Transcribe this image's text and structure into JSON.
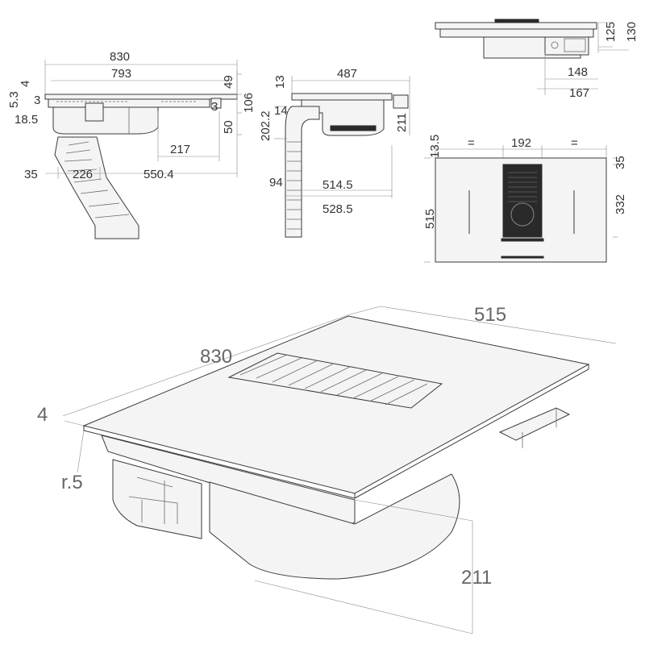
{
  "side_view": {
    "overall_width": "830",
    "glass_width": "793",
    "top_height": "4",
    "top_offset": "5.3",
    "glass_thickness": "3",
    "lower_offset": "18.5",
    "height_49": "49",
    "height_106": "106",
    "frame_3": "3",
    "height_50": "50",
    "depth_217": "217",
    "duct_35": "35",
    "duct_226": "226",
    "duct_550": "550.4"
  },
  "front_view": {
    "width": "487",
    "top_13": "13",
    "left_14": "14",
    "height_202": "202.2",
    "height_211": "211",
    "duct_94": "94",
    "width_514": "514.5",
    "width_528": "528.5"
  },
  "motor_view": {
    "h_125": "125",
    "h_130": "130",
    "w_148": "148",
    "w_167": "167"
  },
  "top_view": {
    "margin_13": "13.5",
    "eq_left": "=",
    "center_192": "192",
    "eq_right": "=",
    "depth_35": "35",
    "depth_515": "515",
    "depth_332": "332"
  },
  "iso_view": {
    "length": "830",
    "width": "515",
    "thickness": "4",
    "radius": "r.5",
    "height": "211"
  }
}
